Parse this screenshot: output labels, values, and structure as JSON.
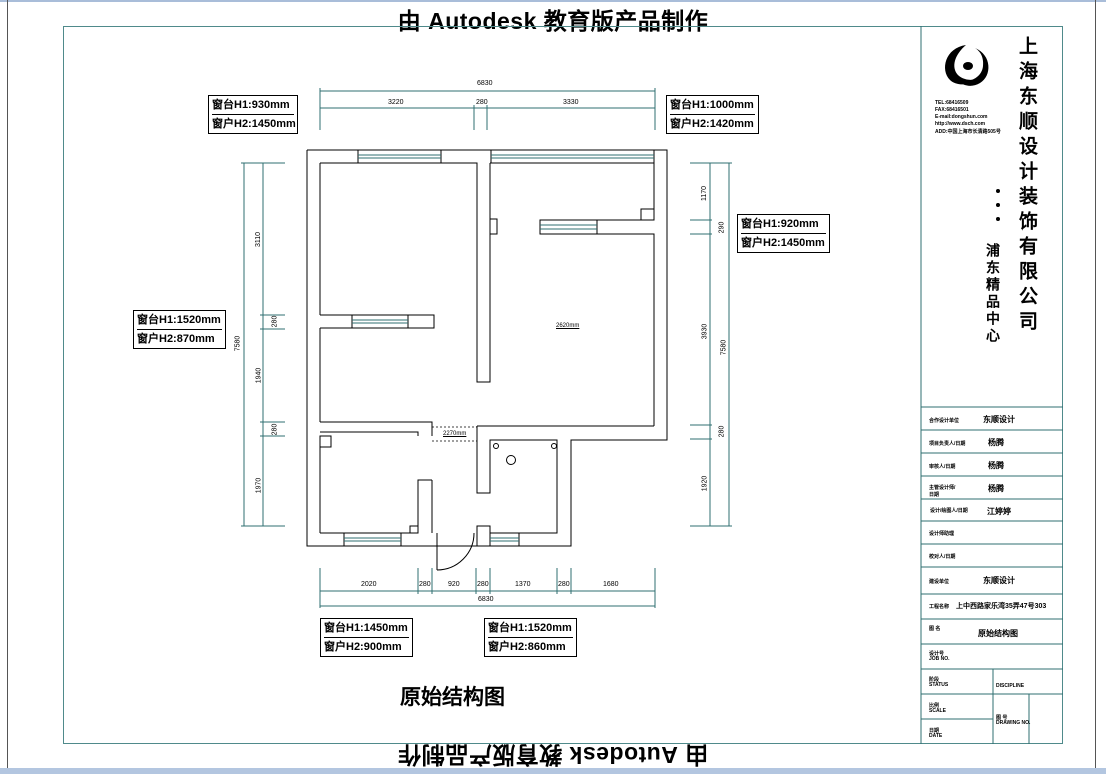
{
  "watermark": {
    "top": "由 Autodesk 教育版产品制作",
    "bottom": "由 Autodesk 教育版产品制作"
  },
  "plan": {
    "title": "原始结构图",
    "room_labels": [
      "2620mm",
      "2270mm"
    ],
    "dimensions": {
      "top_total": "6830",
      "top_segments": [
        "3220",
        "280",
        "3330"
      ],
      "bottom_total": "6830",
      "bottom_segments": [
        "2020",
        "280",
        "920",
        "280",
        "1370",
        "280",
        "1680"
      ],
      "left_total": "7580",
      "left_segments": [
        "3110",
        "280",
        "1940",
        "280",
        "1970"
      ],
      "right_total": "7580",
      "right_segments": [
        "1170",
        "290",
        "3930",
        "280",
        "1920"
      ]
    },
    "window_tags": [
      {
        "h1": "窗台H1:930mm",
        "h2": "窗户H2:1450mm"
      },
      {
        "h1": "窗台H1:1000mm",
        "h2": "窗户H2:1420mm"
      },
      {
        "h1": "窗台H1:920mm",
        "h2": "窗户H2:1450mm"
      },
      {
        "h1": "窗台H1:1520mm",
        "h2": "窗户H2:870mm"
      },
      {
        "h1": "窗台H1:1450mm",
        "h2": "窗户H2:900mm"
      },
      {
        "h1": "窗台H1:1520mm",
        "h2": "窗户H2:860mm"
      }
    ]
  },
  "titleblock": {
    "logo": "logo-icon",
    "company": "上海东顺设计装饰有限公司",
    "subtitle": "浦东精品中心",
    "contact": [
      "TEL:68416509",
      "FAX:68416501",
      "E-mail:dongshun.com",
      "http://www.dsch.com",
      "ADD:中国上海市长清路505号"
    ],
    "rows": [
      {
        "label": "合作设计单位",
        "value": "东顺设计"
      },
      {
        "label": "项目负责人/日期",
        "value": "杨腾"
      },
      {
        "label": "审核人/日期",
        "value": "杨腾"
      },
      {
        "label": "主管设计师/日期",
        "value": "杨腾"
      },
      {
        "label": "设计/绘图人/日期",
        "value": "江婷婷"
      },
      {
        "label": "设计师助理",
        "value": ""
      },
      {
        "label": "校对人/日期",
        "value": ""
      },
      {
        "label": "建设单位",
        "value": "东顺设计"
      },
      {
        "label": "工程名称",
        "value": "上中西路家乐湾35弄47号303"
      },
      {
        "label": "图 名",
        "value": "原始结构图"
      }
    ],
    "job_no": {
      "cn": "设计号",
      "en": "JOB NO."
    },
    "status": {
      "cn": "阶段",
      "en": "STATUS"
    },
    "discipline": "DISCIPLINE",
    "scale": {
      "cn": "比例",
      "en": "SCALE"
    },
    "date": {
      "cn": "日期",
      "en": "DATE"
    },
    "drawing_no": {
      "cn": "图 号",
      "en": "DRAWING NO."
    }
  }
}
